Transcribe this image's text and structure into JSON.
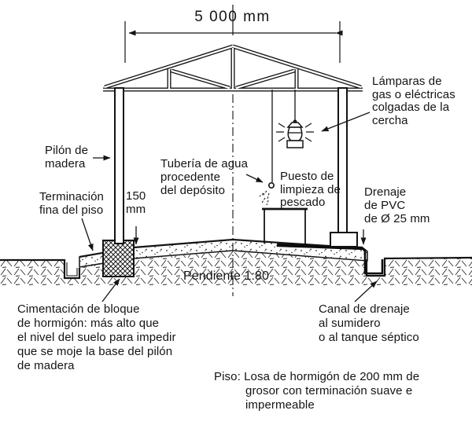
{
  "colors": {
    "ink": "#141414",
    "paper": "#ffffff"
  },
  "dimension": {
    "span": "5 000 mm",
    "height_150": [
      "150",
      "mm"
    ]
  },
  "labels": {
    "lamps": [
      "Lámparas de",
      "gas o eléctricas",
      "colgadas de la",
      "cercha"
    ],
    "pilon": [
      "Pilón de",
      "madera"
    ],
    "terminacion": [
      "Terminación",
      "fina del piso"
    ],
    "tuberia": [
      "Tubería de agua",
      "procedente",
      "del depósito"
    ],
    "puesto": [
      "Puesto de",
      "limpieza de",
      "pescado"
    ],
    "drenaje_pvc": [
      "Drenaje",
      "de PVC",
      "de Ø 25 mm"
    ],
    "pendiente": "Pendiente 1:80",
    "cimentacion": [
      "Cimentación de bloque",
      "de hormigón: más alto que",
      "el nivel del suelo para impedir",
      "que se moje la base del pilón",
      "de madera"
    ],
    "canal": [
      "Canal de drenaje",
      "al sumidero",
      "o al tanque séptico"
    ],
    "piso": [
      "Piso: Losa de hormigón de 200 mm de",
      "grosor con terminación suave e",
      "impermeable"
    ]
  }
}
